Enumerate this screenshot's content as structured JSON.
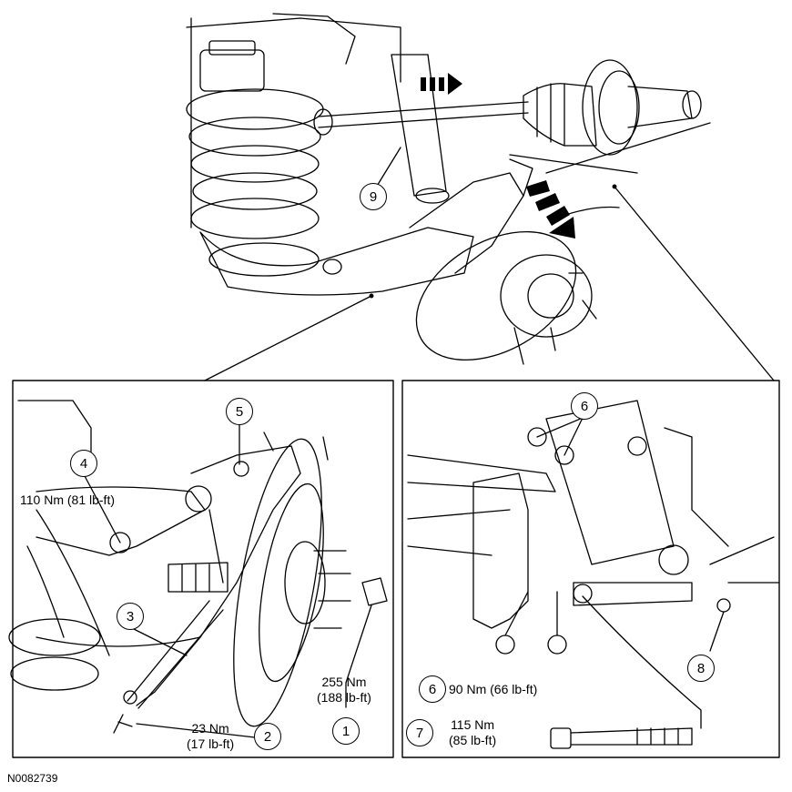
{
  "callouts": {
    "c1": "1",
    "c2": "2",
    "c3": "3",
    "c4": "4",
    "c5": "5",
    "c6a": "6",
    "c6b": "6",
    "c7": "7",
    "c8": "8",
    "c9": "9"
  },
  "torques": {
    "t4": "110 Nm (81 lb-ft)",
    "t1_nm": "255 Nm",
    "t1_lbft": "(188 lb-ft)",
    "t2_nm": "23 Nm",
    "t2_lbft": "(17 lb-ft)",
    "t6": "90 Nm (66 lb-ft)",
    "t7_nm": "115 Nm",
    "t7_lbft": "(85 lb-ft)"
  },
  "caption": "N0082739"
}
